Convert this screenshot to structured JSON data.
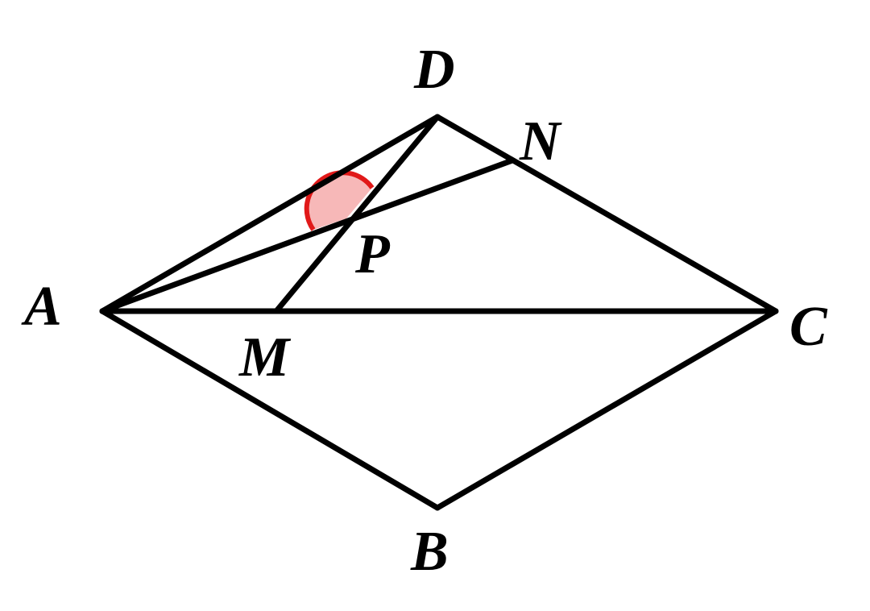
{
  "points": {
    "A": {
      "label": "A"
    },
    "B": {
      "label": "B"
    },
    "C": {
      "label": "C"
    },
    "D": {
      "label": "D"
    },
    "M": {
      "label": "M"
    },
    "N": {
      "label": "N"
    },
    "P": {
      "label": "P"
    }
  },
  "segments": [
    "AD",
    "DC",
    "CB",
    "BA",
    "AC",
    "DM",
    "AN"
  ],
  "angle_marker": {
    "vertex": "P",
    "between": [
      "A",
      "D"
    ],
    "stroke_color": "#e11919",
    "fill_color": "#f7b8b8"
  }
}
